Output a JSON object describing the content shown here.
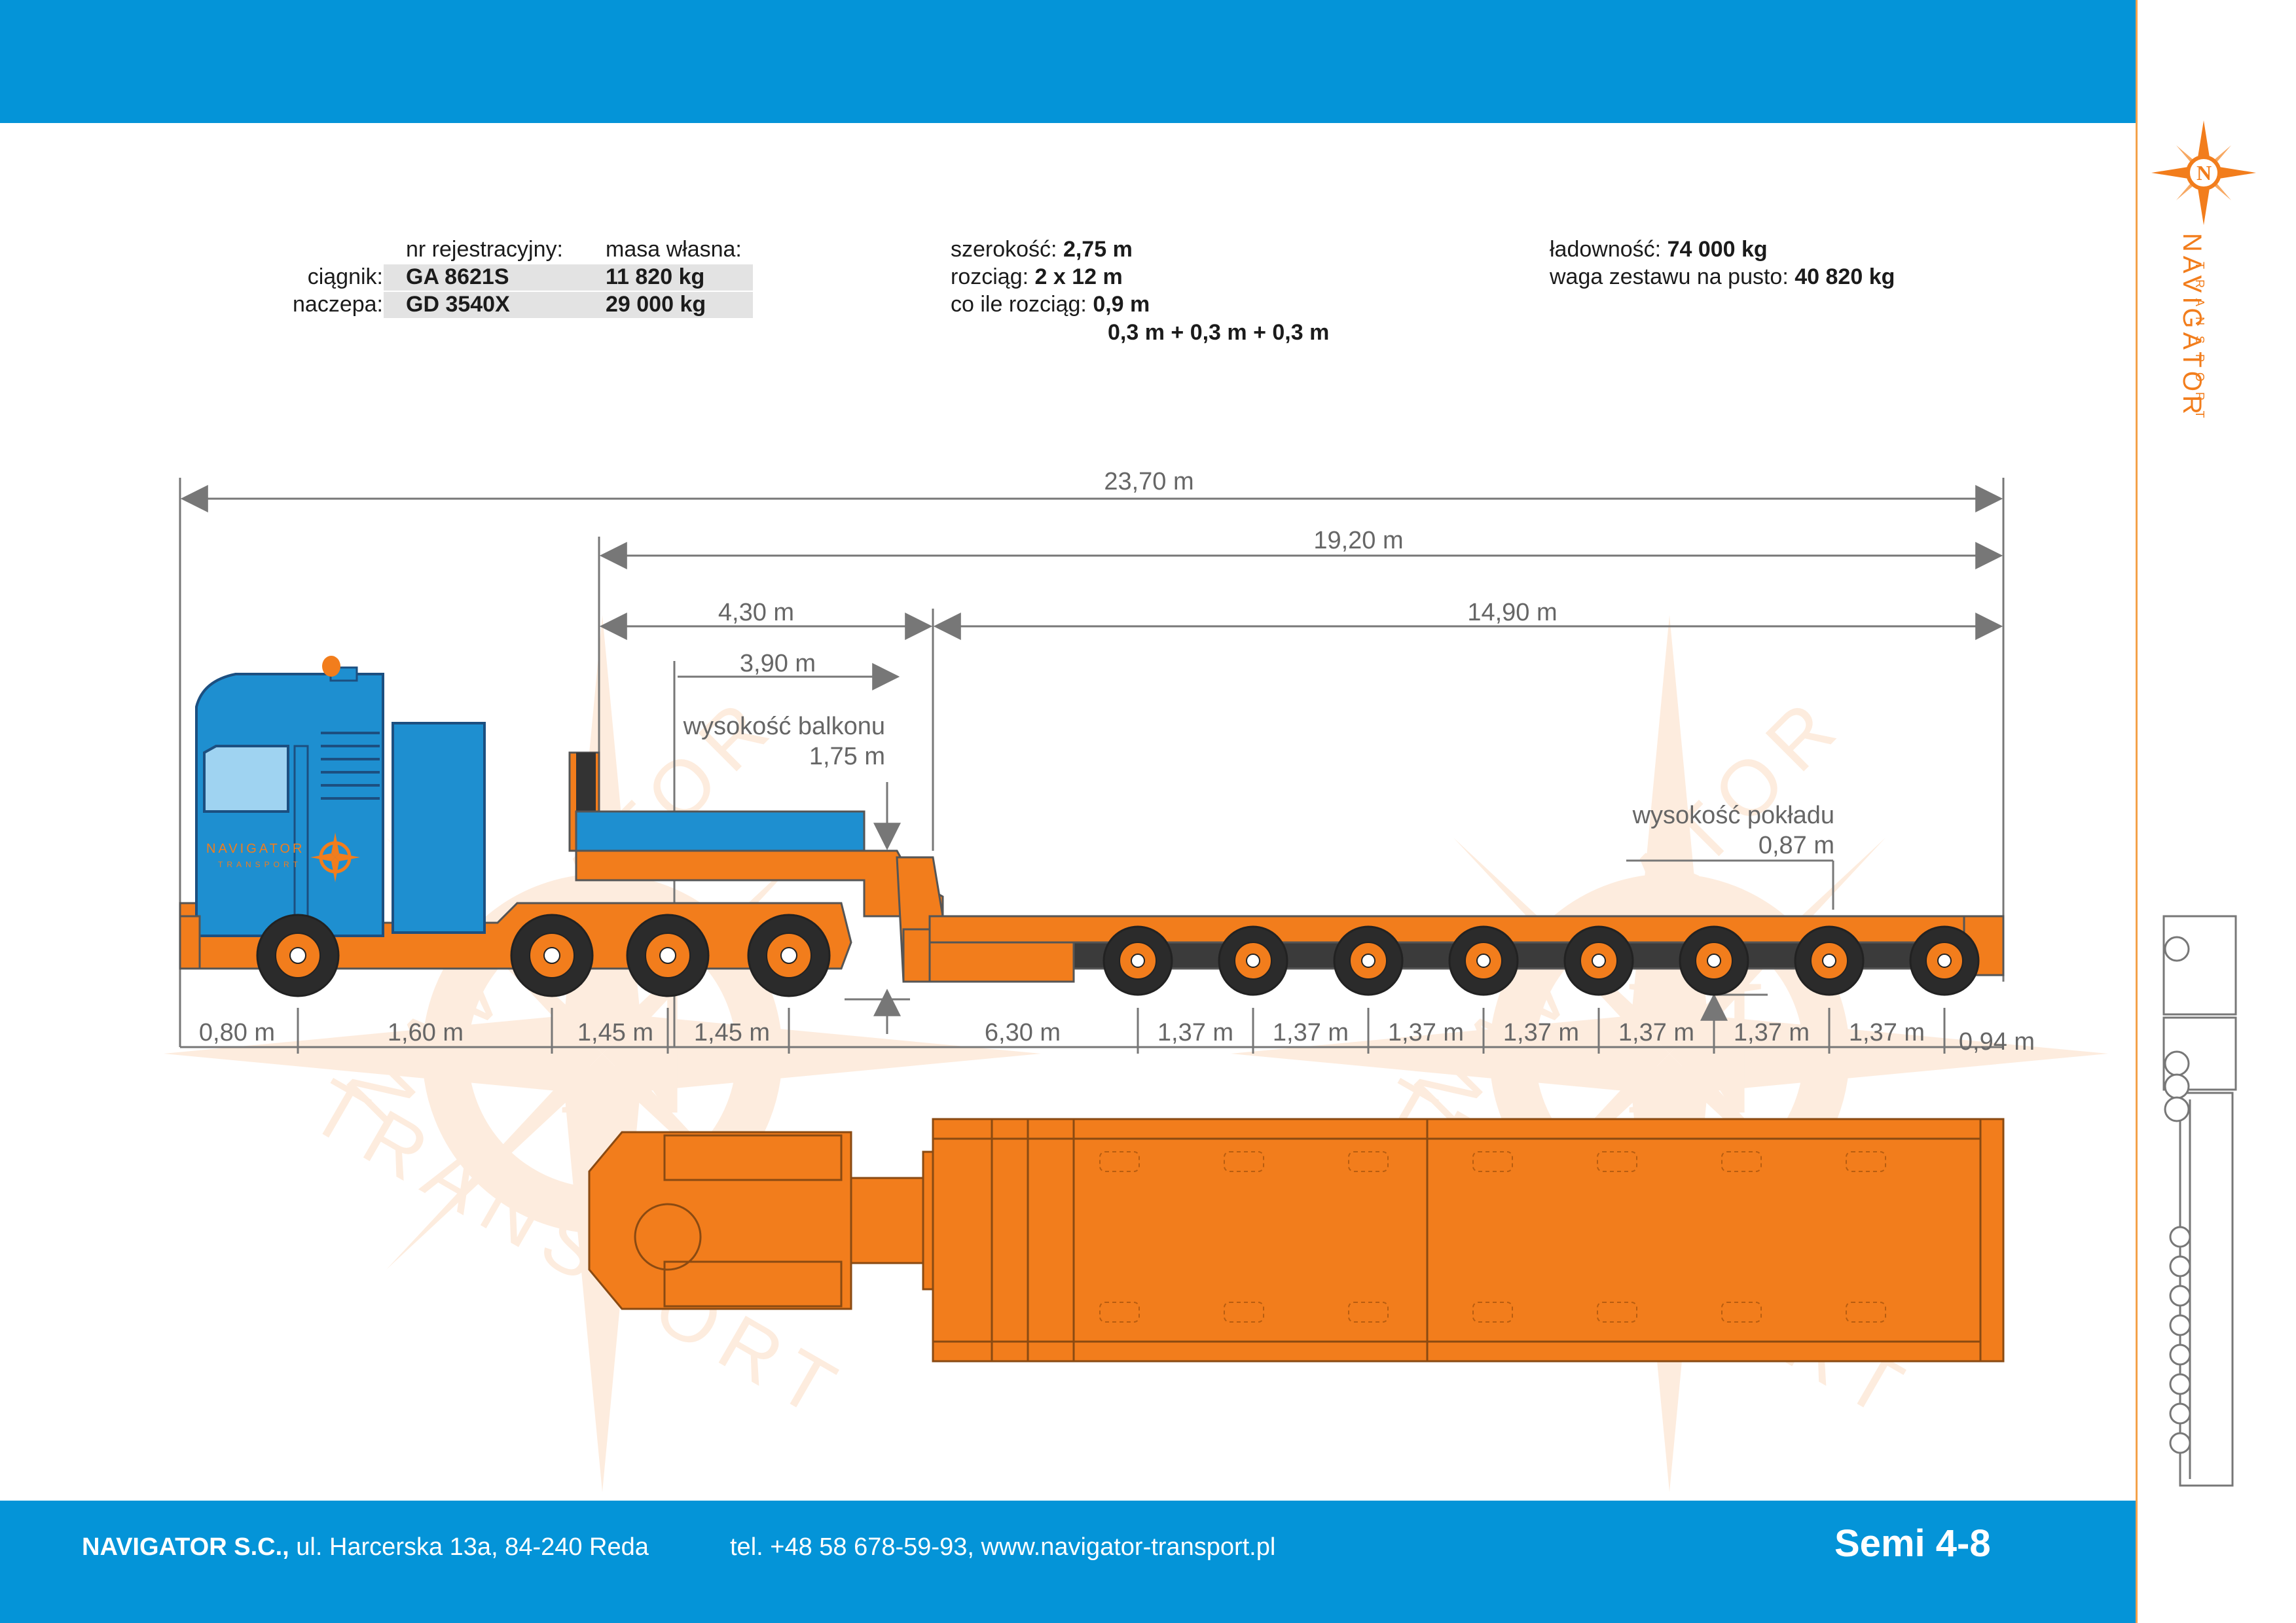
{
  "header_table": {
    "col_reg": "nr rejestracyjny:",
    "col_mass": "masa własna:",
    "rows": [
      {
        "label": "ciągnik:",
        "reg": "GA 8621S",
        "mass": "11 820 kg"
      },
      {
        "label": "naczepa:",
        "reg": "GD 3540X",
        "mass": "29 000 kg"
      }
    ]
  },
  "specs_mid": {
    "width_label": "szerokość:",
    "width_value": "2,75 m",
    "ext_label": "rozciąg:",
    "ext_value": "2 x 12 m",
    "step_label": "co ile rozciąg:",
    "step_value": "0,9 m",
    "step_extra": "0,3 m + 0,3 m + 0,3 m"
  },
  "specs_right": {
    "payload_label": "ładowność:",
    "payload_value": "74 000 kg",
    "empty_label": "waga zestawu na pusto:",
    "empty_value": "40 820 kg"
  },
  "dimensions": {
    "total_length": "23,70 m",
    "trailer_length": "19,20 m",
    "gooseneck_length": "4,30 m",
    "deck_length": "14,90 m",
    "balcony_length": "3,90 m",
    "balcony_height_label": "wysokość balkonu",
    "balcony_height_value": "1,75 m",
    "deck_height_label": "wysokość pokładu",
    "deck_height_value": "0,87 m",
    "bottom": [
      "0,80 m",
      "1,60 m",
      "1,45 m",
      "1,45 m",
      "6,30 m",
      "1,37 m",
      "1,37 m",
      "1,37 m",
      "1,37 m",
      "1,37 m",
      "1,37 m",
      "1,37 m",
      "0,94 m"
    ]
  },
  "truck_logo": {
    "name": "NAVIGATOR",
    "sub": "TRANSPORT"
  },
  "watermark": {
    "name": "NAVIGATOR",
    "sub": "TRANSPORT",
    "letter": "N"
  },
  "brand": {
    "name": "NAVIGATOR",
    "sub": "TRANSPORT"
  },
  "footer": {
    "company": "NAVIGATOR S.C.,",
    "address": " ul. Harcerska  13a, 84-240 Reda",
    "contact": "tel.  +48 58 678-59-93, www.navigator-transport.pl",
    "model": "Semi 4-8"
  },
  "colors": {
    "blue": "#0494d8",
    "orange": "#f27d1c",
    "truck_blue": "#1e8fd0",
    "dim_grey": "#666666"
  }
}
